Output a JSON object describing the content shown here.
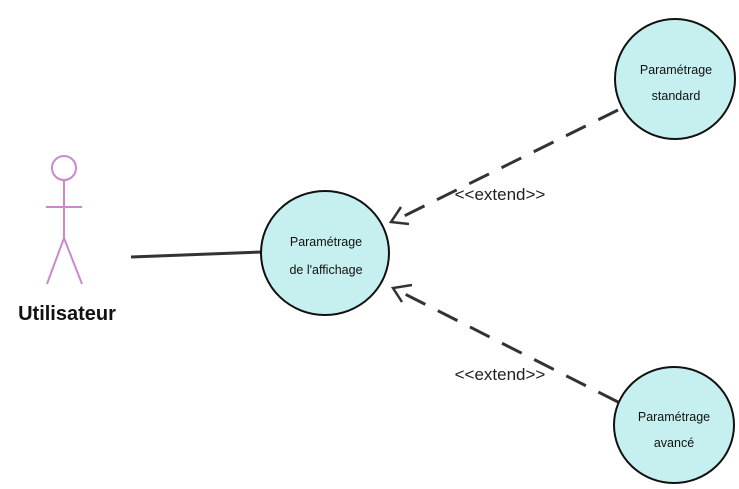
{
  "actor": {
    "label": "Utilisateur"
  },
  "use_cases": {
    "main": {
      "line1": "Paramétrage",
      "line2": "de l'affichage"
    },
    "standard": {
      "line1": "Paramétrage",
      "line2": "standard"
    },
    "avance": {
      "line1": "Paramétrage",
      "line2": "avancé"
    }
  },
  "relations": {
    "extend_top": "<<extend>>",
    "extend_bottom": "<<extend>>"
  },
  "colors": {
    "usecase_fill": "#c6f0ef",
    "actor_stroke": "#cc88cc",
    "line": "#333333"
  }
}
